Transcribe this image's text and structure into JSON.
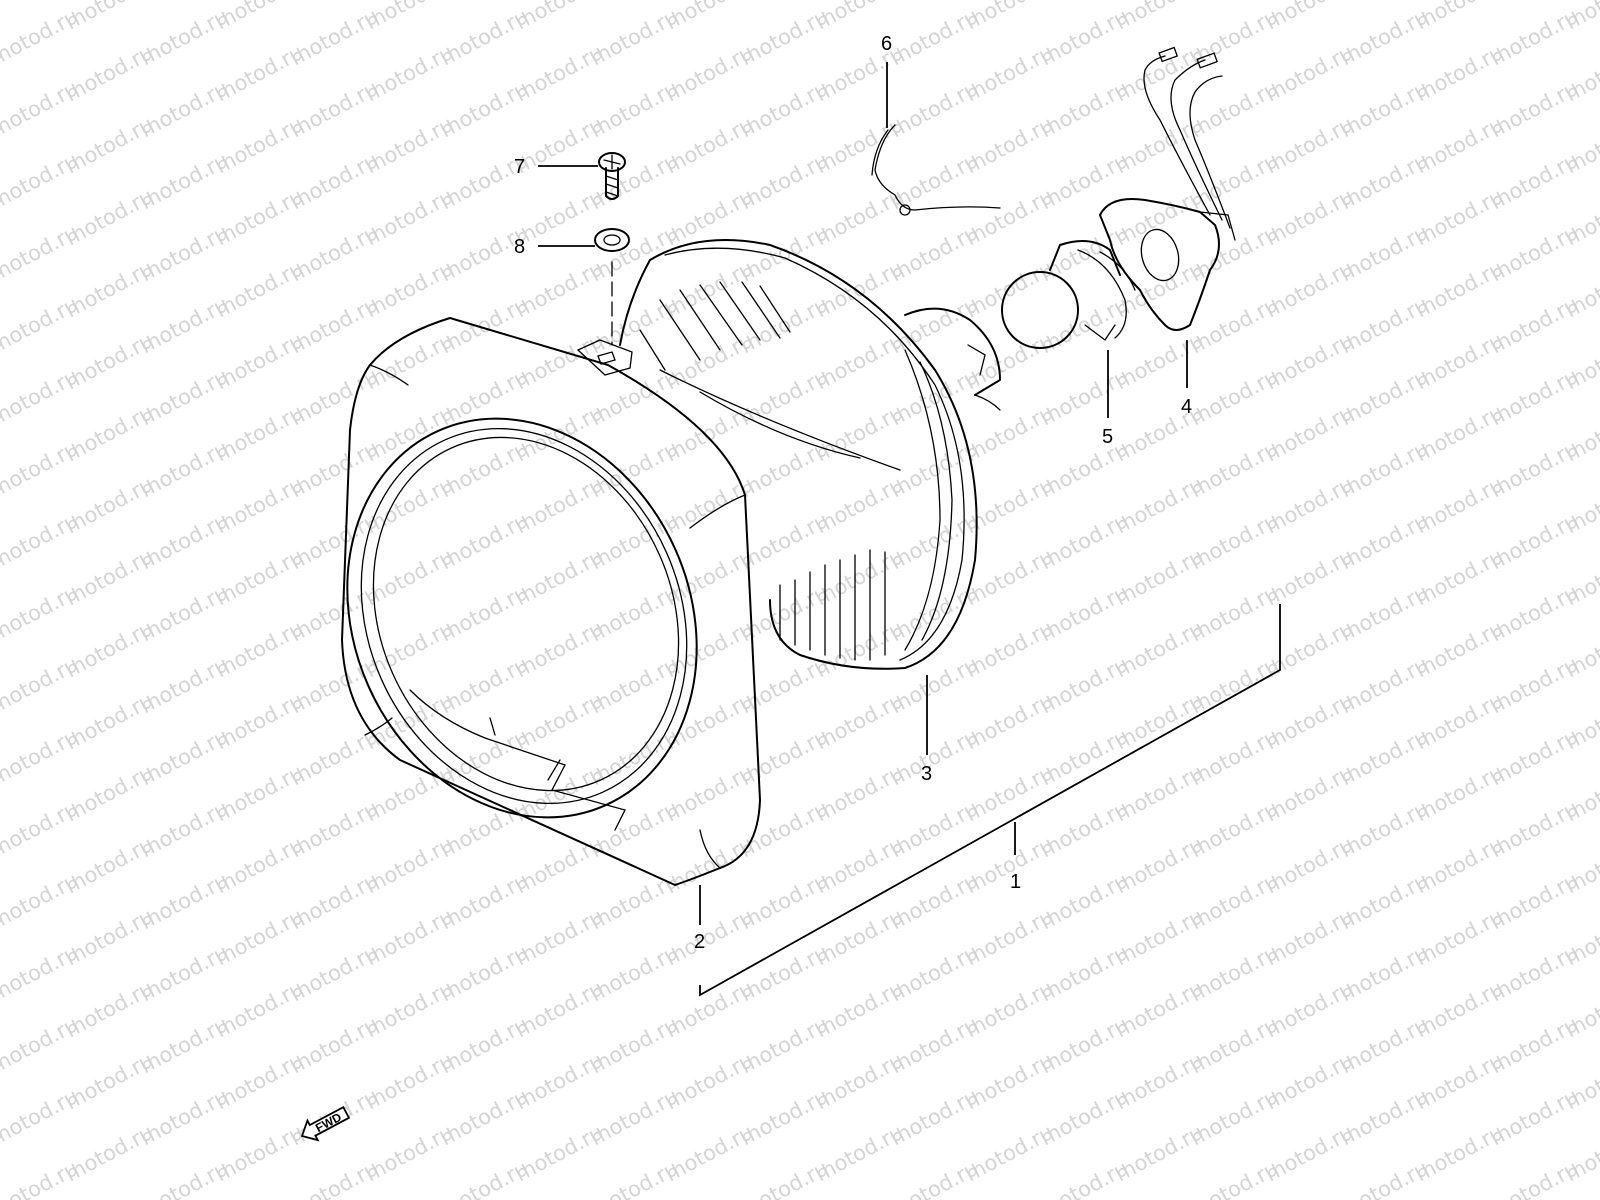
{
  "watermark": {
    "text": "motod.ru"
  },
  "callouts": [
    {
      "id": "1",
      "label": "1"
    },
    {
      "id": "2",
      "label": "2"
    },
    {
      "id": "3",
      "label": "3"
    },
    {
      "id": "4",
      "label": "4"
    },
    {
      "id": "5",
      "label": "5"
    },
    {
      "id": "6",
      "label": "6"
    },
    {
      "id": "7",
      "label": "7"
    },
    {
      "id": "8",
      "label": "8"
    }
  ],
  "direction_arrow": {
    "label": "FWD"
  }
}
